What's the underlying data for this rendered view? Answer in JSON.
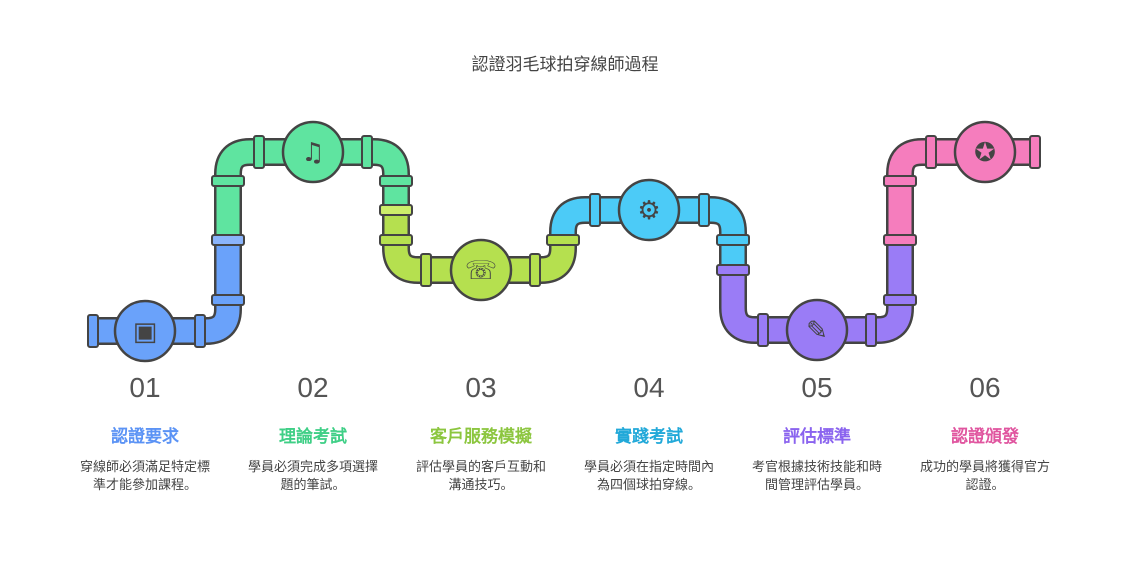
{
  "title": "認證羽毛球拍穿線師過程",
  "steps": [
    {
      "num": "01",
      "label": "認證要求",
      "desc": "穿線師必須滿足特定標準才能參加課程。",
      "color": "#5b93f5",
      "icon": "certificate-icon"
    },
    {
      "num": "02",
      "label": "理論考試",
      "desc": "學員必須完成多項選擇題的筆試。",
      "color": "#3fcf86",
      "icon": "document-graduation-icon"
    },
    {
      "num": "03",
      "label": "客戶服務模擬",
      "desc": "評估學員的客戶互動和溝通技巧。",
      "color": "#8cc63f",
      "icon": "hand-phone-icon"
    },
    {
      "num": "04",
      "label": "實踐考試",
      "desc": "學員必須在指定時間內為四個球拍穿線。",
      "color": "#22a9d9",
      "icon": "thread-spool-icon"
    },
    {
      "num": "05",
      "label": "評估標準",
      "desc": "考官根據技術技能和時間管理評估學員。",
      "color": "#8a63ef",
      "icon": "evaluation-document-icon"
    },
    {
      "num": "06",
      "label": "認證頒發",
      "desc": "成功的學員將獲得官方認證。",
      "color": "#e0559f",
      "icon": "award-scroll-icon"
    }
  ]
}
